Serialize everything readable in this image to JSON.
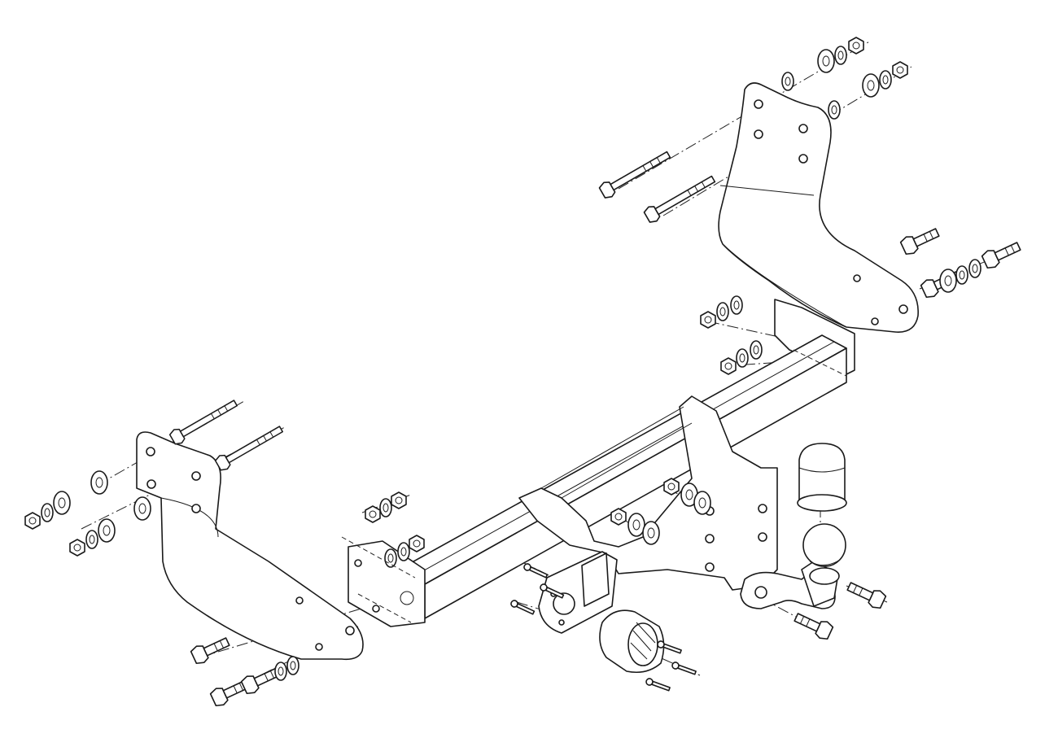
{
  "diagram": {
    "line_color": "#1a1a1a",
    "background": "#ffffff",
    "components": [
      {
        "name": "tow-bar-crossbeam"
      },
      {
        "name": "left-bracket"
      },
      {
        "name": "right-bracket"
      },
      {
        "name": "tow-ball"
      },
      {
        "name": "tow-ball-cover"
      },
      {
        "name": "socket-plate"
      },
      {
        "name": "electrical-socket"
      },
      {
        "name": "bolts"
      },
      {
        "name": "nuts-and-washers"
      }
    ]
  }
}
